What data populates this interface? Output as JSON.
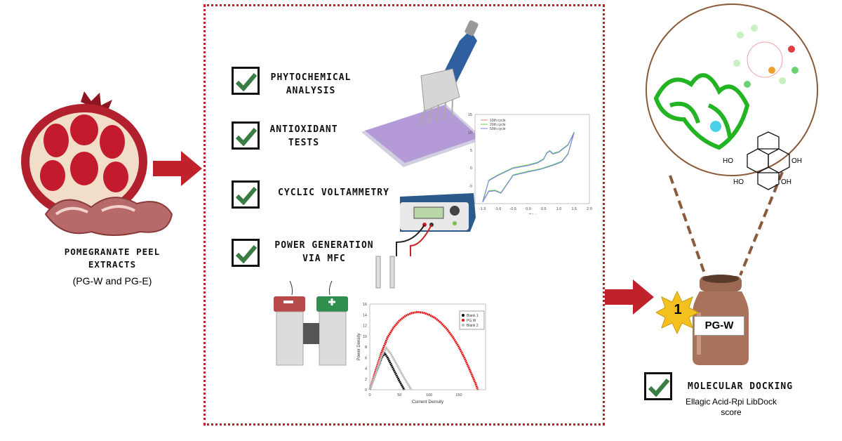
{
  "source": {
    "title_line1": "POMEGRANATE PEEL",
    "title_line2": "EXTRACTS",
    "subtitle": "(PG-W and PG-E)"
  },
  "steps": [
    {
      "line1": "PHYTOCHEMICAL",
      "line2": "ANALYSIS"
    },
    {
      "line1": "ANTIOXIDANT",
      "line2": "TESTS"
    },
    {
      "line1": "CYCLIC VOLTAMMETRY",
      "line2": ""
    },
    {
      "line1": "POWER GENERATION",
      "line2": "VIA MFC"
    }
  ],
  "docking": {
    "title": "MOLECULAR DOCKING",
    "subtitle_line1": "Ellagic Acid-Rpi LibDock",
    "subtitle_line2": "score",
    "vial_label": "PG-W",
    "rank": "1",
    "oh_labels": [
      "HO",
      "OH",
      "HO",
      "OH"
    ]
  },
  "colors": {
    "accent_red": "#c0222b",
    "check_green": "#3a7d44",
    "protein_green": "#22b422",
    "vial_brown": "#a8735a",
    "star_gold": "#f3c020"
  },
  "chart_data": [
    {
      "type": "line",
      "title": "",
      "xlabel": "E/V",
      "ylabel": "",
      "xlim": [
        -1.75,
        2.0
      ],
      "ylim": [
        -10,
        15
      ],
      "xticks": [
        "-1.5",
        "-1.0",
        "-0.5",
        "0.0",
        "0.5",
        "1.0",
        "1.5",
        "2.0"
      ],
      "xtick_values": [
        -1.5,
        -1.0,
        -0.5,
        0.0,
        0.5,
        1.0,
        1.5,
        2.0
      ],
      "yticks": [
        "15",
        "10",
        "5",
        "0",
        "-5"
      ],
      "ytick_values": [
        15,
        10,
        5,
        0,
        -5
      ],
      "legend": "top-left",
      "series": [
        {
          "name": "10th cycle",
          "color": "#f08080",
          "offset": 0.0
        },
        {
          "name": "20th cycle",
          "color": "#60d060",
          "offset": 0.1
        },
        {
          "name": "50th cycle",
          "color": "#8080f0",
          "offset": -0.1
        }
      ],
      "points": [
        [
          -1.5,
          -9.5
        ],
        [
          -1.3,
          -6.5
        ],
        [
          -1.1,
          -6.3
        ],
        [
          -0.9,
          -7.0
        ],
        [
          -0.7,
          -4.5
        ],
        [
          -0.5,
          -2.0
        ],
        [
          0.0,
          -1.0
        ],
        [
          0.4,
          -0.3
        ],
        [
          0.8,
          0.8
        ],
        [
          1.1,
          1.8
        ],
        [
          1.3,
          4.0
        ],
        [
          1.5,
          10.0
        ],
        [
          1.3,
          6.5
        ],
        [
          1.0,
          4.5
        ],
        [
          0.8,
          4.0
        ],
        [
          0.7,
          4.8
        ],
        [
          0.6,
          4.2
        ],
        [
          0.5,
          2.5
        ],
        [
          0.3,
          1.5
        ],
        [
          0.0,
          0.8
        ],
        [
          -0.5,
          0.0
        ],
        [
          -1.0,
          -2.0
        ],
        [
          -1.3,
          -3.5
        ],
        [
          -1.5,
          -9.5
        ]
      ]
    },
    {
      "type": "scatter",
      "title": "",
      "xlabel": "Current Density",
      "ylabel": "Power Density",
      "xlim": [
        0,
        195
      ],
      "ylim": [
        0,
        16
      ],
      "xticks": [
        "0",
        "50",
        "100",
        "150"
      ],
      "xtick_values": [
        0,
        50,
        100,
        150
      ],
      "yticks": [
        "0",
        "2",
        "4",
        "6",
        "8",
        "10",
        "12",
        "14",
        "16"
      ],
      "ytick_values": [
        0,
        2,
        4,
        6,
        8,
        10,
        12,
        14,
        16
      ],
      "legend": "top-right",
      "series": [
        {
          "name": "Blank 1",
          "color": "#000000",
          "points": [
            [
              0,
              0
            ],
            [
              5,
              1.5
            ],
            [
              10,
              3
            ],
            [
              15,
              4.5
            ],
            [
              20,
              6
            ],
            [
              25,
              6.8
            ],
            [
              30,
              6
            ],
            [
              40,
              3.8
            ],
            [
              50,
              1.6
            ],
            [
              58,
              0
            ]
          ]
        },
        {
          "name": "PG W",
          "color": "#e81010",
          "points": [
            [
              0,
              0
            ],
            [
              10,
              3.6
            ],
            [
              20,
              7
            ],
            [
              30,
              9.8
            ],
            [
              40,
              11.6
            ],
            [
              50,
              12.9
            ],
            [
              60,
              13.8
            ],
            [
              70,
              14.3
            ],
            [
              80,
              14.5
            ],
            [
              90,
              14.4
            ],
            [
              100,
              14
            ],
            [
              110,
              13.4
            ],
            [
              120,
              12.5
            ],
            [
              130,
              11.3
            ],
            [
              140,
              9.8
            ],
            [
              150,
              8
            ],
            [
              160,
              5.8
            ],
            [
              170,
              3.3
            ],
            [
              178,
              1.2
            ],
            [
              182,
              0
            ]
          ]
        },
        {
          "name": "Blank 2",
          "color": "#b8b8b8",
          "points": [
            [
              0,
              0
            ],
            [
              10,
              3
            ],
            [
              20,
              6.3
            ],
            [
              28,
              7.8
            ],
            [
              35,
              6.8
            ],
            [
              45,
              4.8
            ],
            [
              55,
              2.8
            ],
            [
              65,
              0.9
            ],
            [
              70,
              0
            ]
          ]
        }
      ]
    }
  ]
}
